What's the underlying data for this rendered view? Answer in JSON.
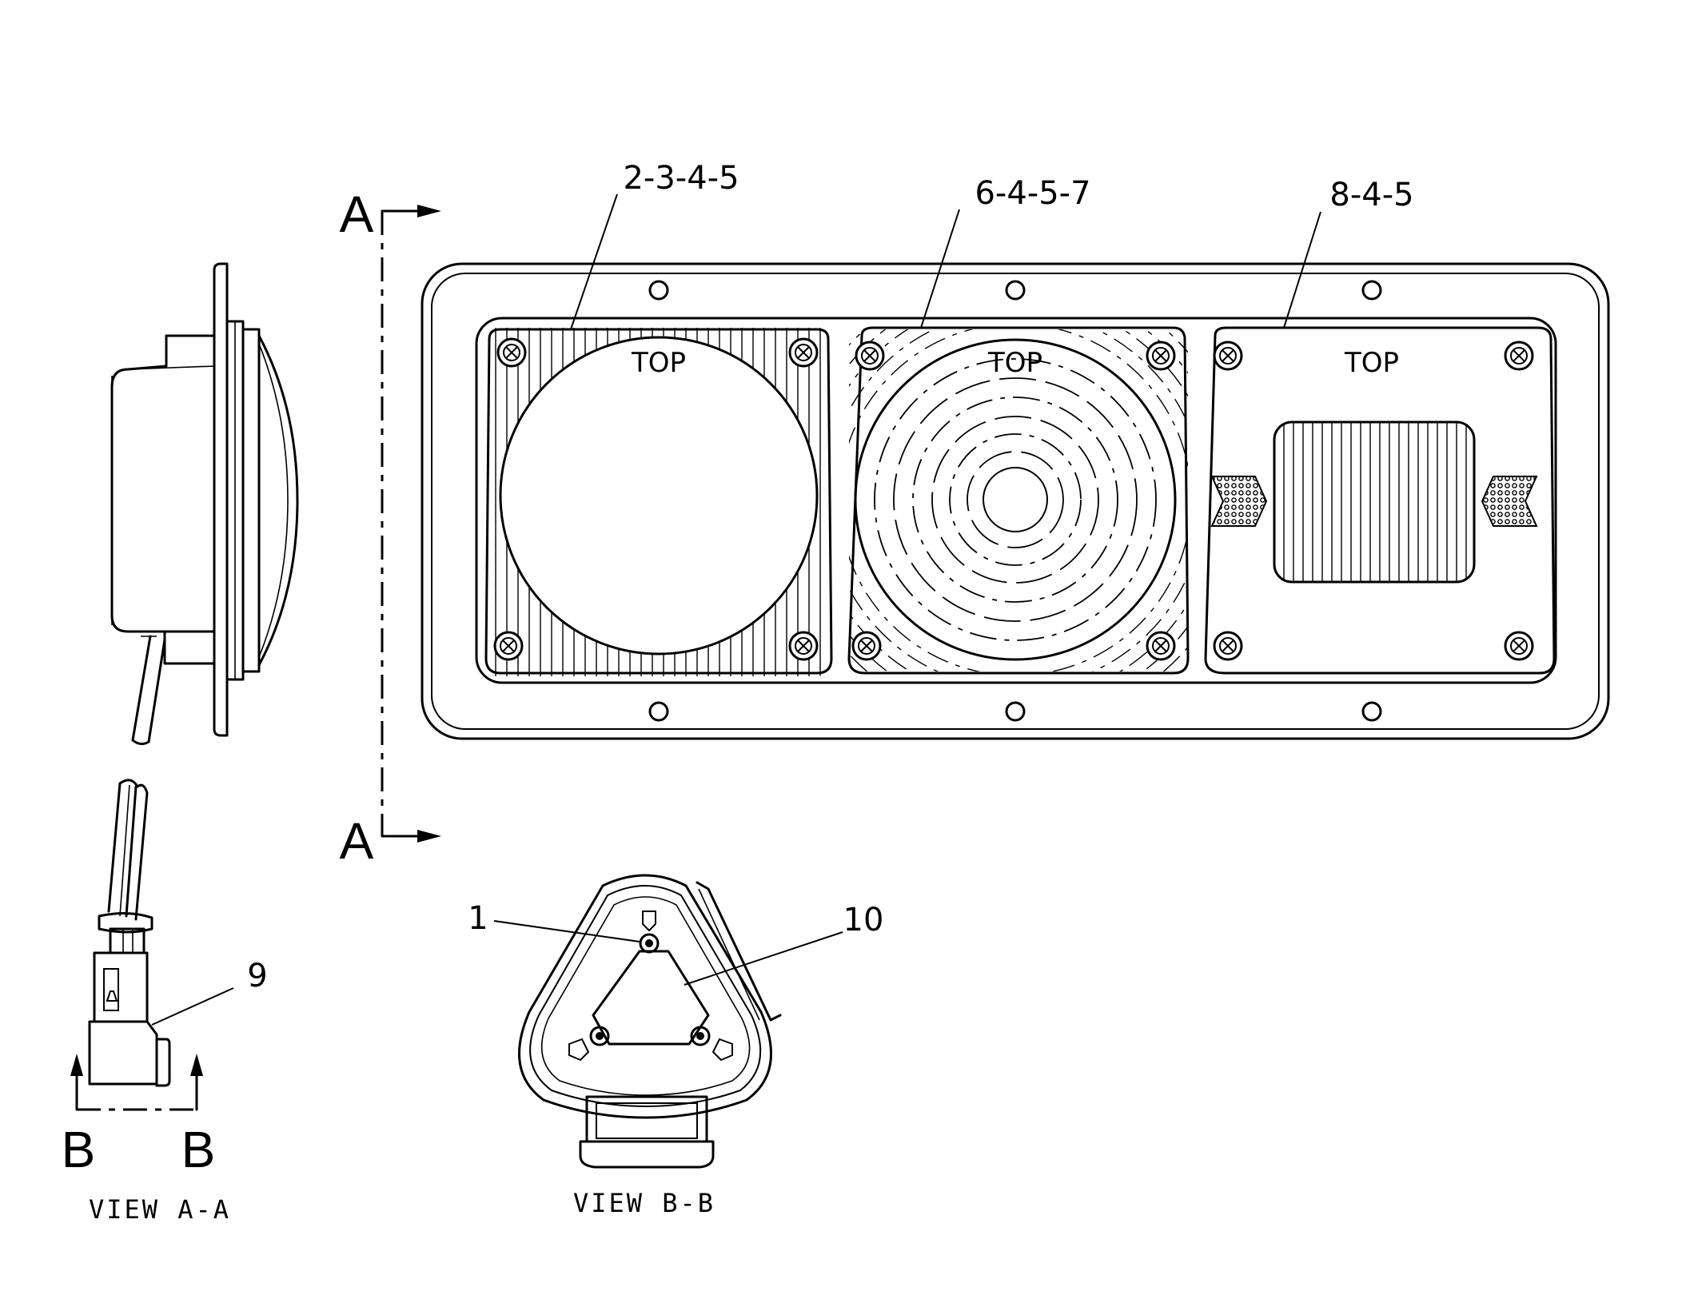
{
  "callouts": {
    "lamp_left": "2-3-4-5",
    "lamp_center": "6-4-5-7",
    "lamp_right": "8-4-5",
    "connector_clip": "9",
    "pin_item": "1",
    "connector_body": "10"
  },
  "lamps": {
    "left_top": "TOP",
    "center_top": "TOP",
    "right_top": "TOP"
  },
  "section_markers": {
    "a_upper": "A",
    "a_lower": "A",
    "b_left": "B",
    "b_right": "B"
  },
  "views": {
    "view_aa": "VIEW A-A",
    "view_bb": "VIEW B-B"
  }
}
